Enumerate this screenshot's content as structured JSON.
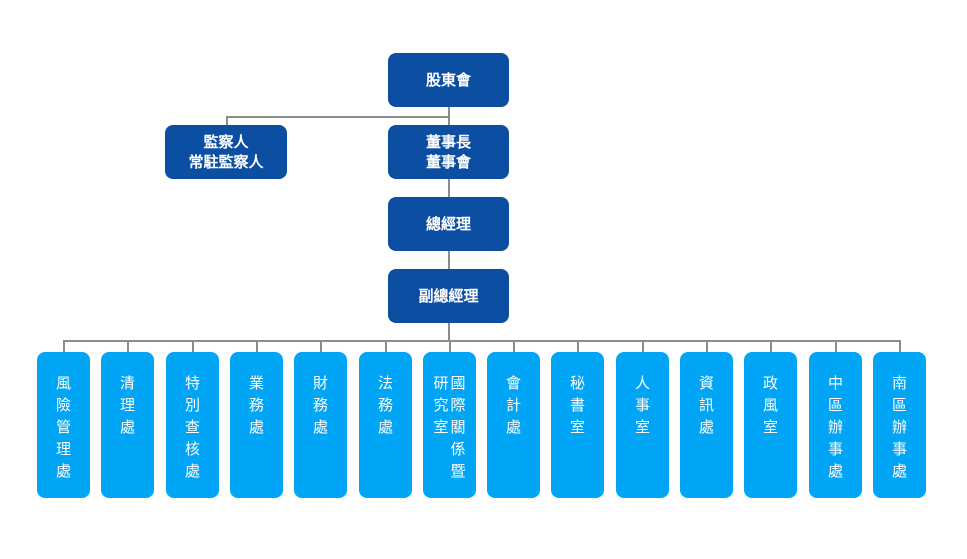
{
  "colors": {
    "executive": "#0b4ea2",
    "department": "#00a6f5",
    "connector": "#8c8c8c"
  },
  "executives": {
    "shareholders": "股東會",
    "supervisors": "監察人\n常駐監察人",
    "board": "董事長\n董事會",
    "president": "總經理",
    "vice_president": "副總經理"
  },
  "departments": [
    {
      "name": "風險管理處",
      "columns": [
        "風險管理處"
      ]
    },
    {
      "name": "清理處",
      "columns": [
        "清理處"
      ]
    },
    {
      "name": "特別查核處",
      "columns": [
        "特別查核處"
      ]
    },
    {
      "name": "業務處",
      "columns": [
        "業務處"
      ]
    },
    {
      "name": "財務處",
      "columns": [
        "財務處"
      ]
    },
    {
      "name": "法務處",
      "columns": [
        "法務處"
      ]
    },
    {
      "name": "國際關係暨研究室",
      "columns": [
        "研究室",
        "國際關係暨"
      ]
    },
    {
      "name": "會計處",
      "columns": [
        "會計處"
      ]
    },
    {
      "name": "秘書室",
      "columns": [
        "秘書室"
      ]
    },
    {
      "name": "人事室",
      "columns": [
        "人事室"
      ]
    },
    {
      "name": "資訊處",
      "columns": [
        "資訊處"
      ]
    },
    {
      "name": "政風室",
      "columns": [
        "政風室"
      ]
    },
    {
      "name": "中區辦事處",
      "columns": [
        "中區辦事處"
      ]
    },
    {
      "name": "南區辦事處",
      "columns": [
        "南區辦事處"
      ]
    }
  ]
}
